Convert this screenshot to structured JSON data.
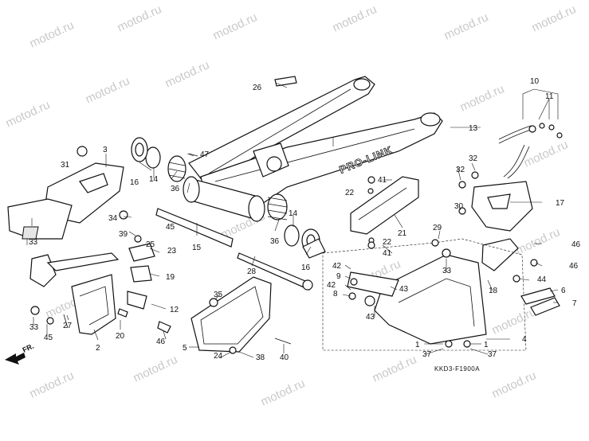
{
  "watermark": "motod.ru",
  "diagram_code": "KKD3-F1900A",
  "direction_label": "FR.",
  "brand_marking": "PRO-LINK",
  "callouts": {
    "c1": "1",
    "c2": "2",
    "c3": "3",
    "c4": "4",
    "c5": "5",
    "c6": "6",
    "c7": "7",
    "c8": "8",
    "c9": "9",
    "c10": "10",
    "c11": "11",
    "c12": "12",
    "c13": "13",
    "c14": "14",
    "c15": "15",
    "c16": "16",
    "c17": "17",
    "c18": "18",
    "c19": "19",
    "c20": "20",
    "c21": "21",
    "c22": "22",
    "c23": "23",
    "c24": "24",
    "c25": "25",
    "c26": "26",
    "c27": "27",
    "c28": "28",
    "c29": "29",
    "c30": "30",
    "c31": "31",
    "c32": "32",
    "c33": "33",
    "c34": "34",
    "c35": "35",
    "c36": "36",
    "c37": "37",
    "c38": "38",
    "c39": "39",
    "c40": "40",
    "c41": "41",
    "c42": "42",
    "c43": "43",
    "c44": "44",
    "c45": "45",
    "c46": "46",
    "c47": "47"
  }
}
